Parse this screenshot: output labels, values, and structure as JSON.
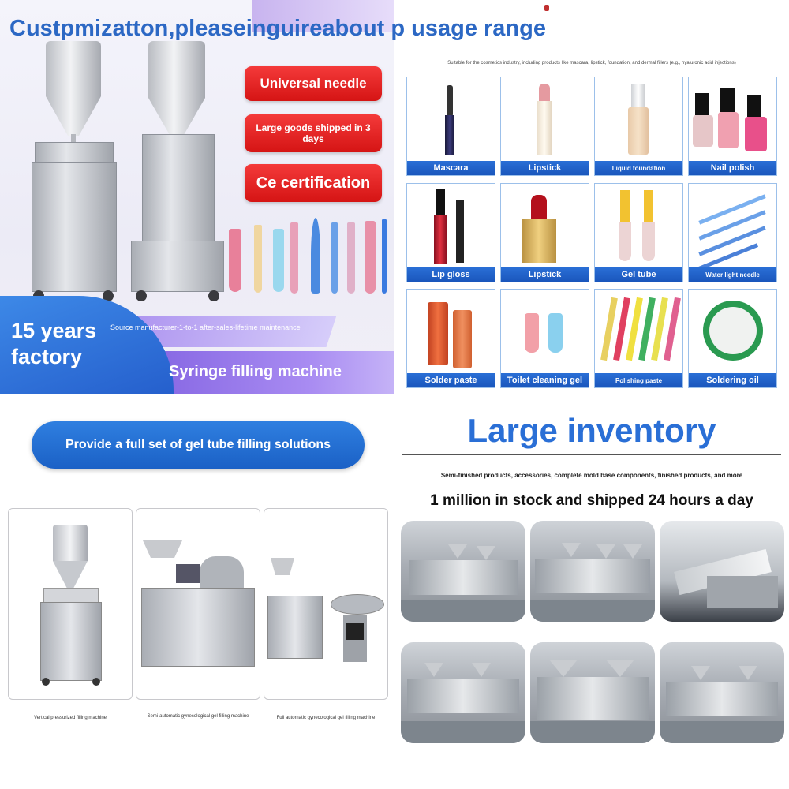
{
  "overlay_title": "Custpmizatton,pleaseinguireabout p usage range",
  "hero": {
    "badges": [
      "Universal needle",
      "Large goods shipped in 3 days",
      "Ce certification"
    ],
    "years": "15 years factory",
    "source_text": "Source manufacturer-1-to-1 after-sales-lifetime maintenance",
    "machine_title": "Syringe filling machine"
  },
  "products": {
    "subtitle": "Suitable for the cosmetics industry, including products like mascara, lipstick, foundation, and dermal fillers (e.g., hyaluronic acid injections)",
    "items": [
      {
        "label": "Mascara"
      },
      {
        "label": "Lipstick"
      },
      {
        "label": "Liquid foundation"
      },
      {
        "label": "Nail polish"
      },
      {
        "label": "Lip gloss"
      },
      {
        "label": "Lipstick"
      },
      {
        "label": "Gel tube"
      },
      {
        "label": "Water light needle"
      },
      {
        "label": "Solder paste"
      },
      {
        "label": "Toilet cleaning gel"
      },
      {
        "label": "Polishing paste"
      },
      {
        "label": "Soldering oil"
      }
    ]
  },
  "solutions": {
    "banner": "Provide a full set of gel tube filling solutions",
    "machines": [
      {
        "caption": "Vertical pressurized filling machine"
      },
      {
        "caption": "Semi-automatic gynecological gel filling machine"
      },
      {
        "caption": "Full automatic gynecological gel filling machine"
      }
    ]
  },
  "inventory": {
    "title": "Large inventory",
    "subtitle": "Semi-finished products, accessories, complete mold base components, finished products, and more",
    "stock_line": "1 million in stock and shipped 24 hours a day"
  },
  "colors": {
    "accent_blue": "#2a6fd6",
    "badge_red": "#e02020",
    "purple": "#8f70e8"
  }
}
